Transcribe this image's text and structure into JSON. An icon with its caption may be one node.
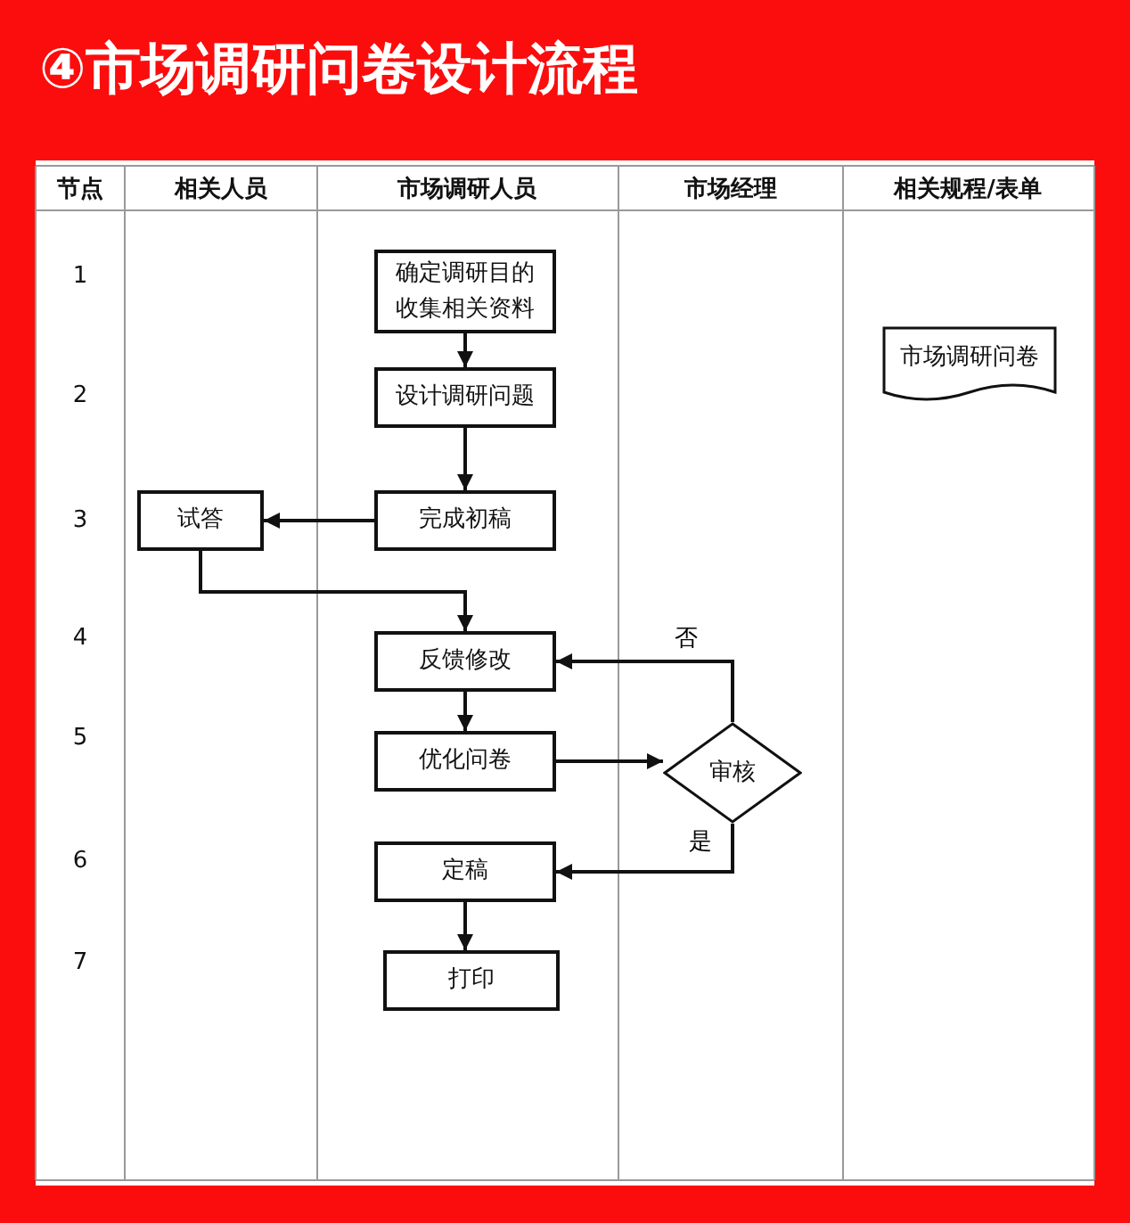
{
  "diagram": {
    "title": "④市场调研问卷设计流程",
    "nodes": [
      {
        "text": [
          "确定调研目的收集相关资料"
        ]
      },
      {
        "text": [
          "设计调研问题"
        ]
      },
      {
        "text": [
          "完成初稿"
        ]
      },
      {
        "text": [
          "试答"
        ]
      },
      {
        "text": [
          "反馈修改"
        ]
      },
      {
        "text": [
          "优化问卷"
        ]
      },
      {
        "text": [
          "审核"
        ]
      },
      {
        "text": [
          "定稿"
        ]
      },
      {
        "text": [
          "打印"
        ]
      },
      {
        "text": [
          "市场调研问卷"
        ]
      }
    ],
    "edges": [
      {
        "from": 0,
        "to": 1,
        "arrow": "to"
      },
      {
        "from": 1,
        "to": 2,
        "arrow": "to"
      },
      {
        "from": 2,
        "to": 3,
        "arrow": "to"
      },
      {
        "from": 3,
        "to": 4,
        "arrow": "to"
      },
      {
        "from": 4,
        "to": 5,
        "arrow": "to"
      },
      {
        "from": 5,
        "to": 6,
        "arrow": "to"
      },
      {
        "from": 6,
        "to": 4,
        "arrow": "to",
        "label": "否"
      },
      {
        "from": 6,
        "to": 7,
        "arrow": "to",
        "label": "是"
      },
      {
        "from": 7,
        "to": 8,
        "arrow": "to"
      }
    ],
    "labels": [
      "节点",
      "相关人员",
      "市场调研人员",
      "市场经理",
      "相关规程/表单",
      "1",
      "2",
      "3",
      "4",
      "5",
      "6",
      "7"
    ]
  }
}
